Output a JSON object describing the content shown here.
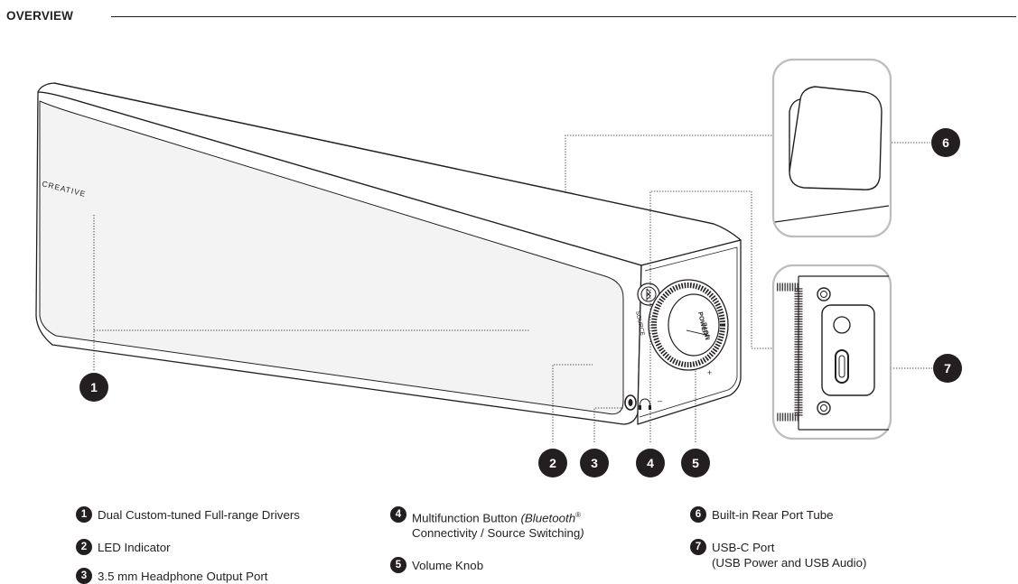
{
  "header": {
    "title": "OVERVIEW"
  },
  "device": {
    "brand": "CREATIVE",
    "source_label": "SOURCE",
    "knob_label_top": "POWER",
    "knob_label_bottom": "MUTE",
    "volume_minus": "–",
    "volume_plus": "+"
  },
  "callouts": [
    "1",
    "2",
    "3",
    "4",
    "5",
    "6",
    "7"
  ],
  "legend": {
    "col1": [
      {
        "num": "1",
        "text": "Dual Custom-tuned Full-range Drivers"
      },
      {
        "num": "2",
        "text": "LED Indicator"
      },
      {
        "num": "3",
        "text": "3.5 mm Headphone Output Port"
      }
    ],
    "col2": [
      {
        "num": "4",
        "text_before": "Multifunction Button ",
        "text_italic": "(Bluetooth",
        "text_sup": "®",
        "text_line2": "Connectivity / Source Switching",
        "text_close": ")"
      },
      {
        "num": "5",
        "text": "Volume Knob"
      }
    ],
    "col3": [
      {
        "num": "6",
        "text": "Built-in Rear Port Tube"
      },
      {
        "num": "7",
        "text": "USB-C Port",
        "text_line2": "(USB Power and USB Audio)"
      }
    ]
  },
  "colors": {
    "ink": "#231f20",
    "panel": "#f3f3f3",
    "inset_border": "#bdbdbd"
  }
}
